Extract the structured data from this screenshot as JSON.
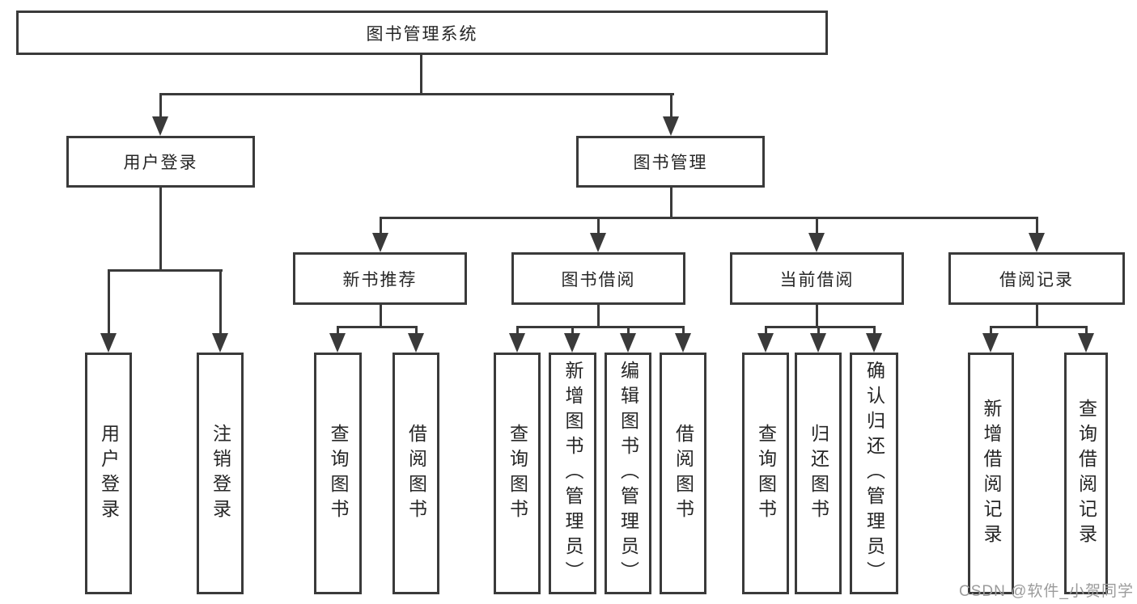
{
  "diagram": {
    "root": {
      "label": "图书管理系统"
    },
    "branches": {
      "user_login": {
        "label": "用户登录"
      },
      "book_mgmt": {
        "label": "图书管理"
      }
    },
    "modules": {
      "new_book_rec": {
        "label": "新书推荐"
      },
      "book_borrow": {
        "label": "图书借阅"
      },
      "current_borrow": {
        "label": "当前借阅"
      },
      "borrow_records": {
        "label": "借阅记录"
      }
    },
    "leaves": {
      "user_login_leaf": {
        "label": "用户登录"
      },
      "logout": {
        "label": "注销登录"
      },
      "rec_query": {
        "label": "查询图书"
      },
      "rec_borrow": {
        "label": "借阅图书"
      },
      "bb_query": {
        "label": "查询图书"
      },
      "bb_add": {
        "label": "新增图书（管理员）"
      },
      "bb_edit": {
        "label": "编辑图书（管理员）"
      },
      "bb_borrow": {
        "label": "借阅图书"
      },
      "cb_query": {
        "label": "查询图书"
      },
      "cb_return": {
        "label": "归还图书"
      },
      "cb_confirm": {
        "label": "确认归还（管理员）"
      },
      "br_add": {
        "label": "新增借阅记录"
      },
      "br_query": {
        "label": "查询借阅记录"
      }
    }
  },
  "watermark": {
    "text": "CSDN @软件_小贺同学"
  },
  "colors": {
    "line": "#3a3a3a",
    "text": "#262626",
    "background": "#ffffff",
    "watermark": "#9b9b9b"
  }
}
